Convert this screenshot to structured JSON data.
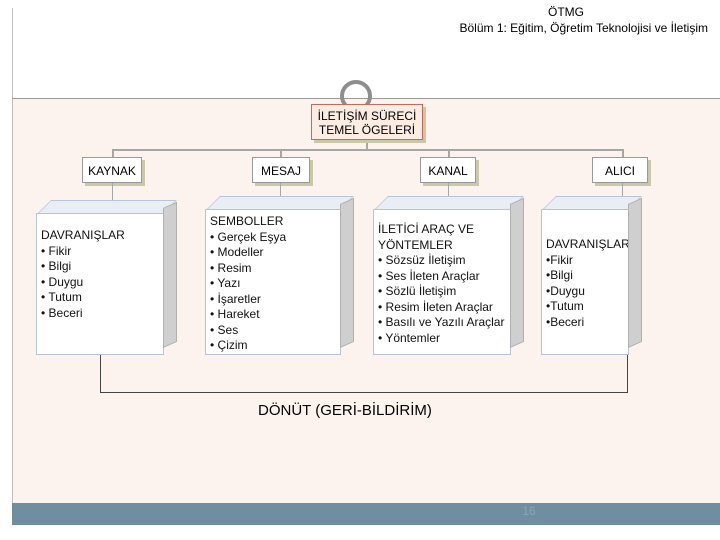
{
  "header": {
    "line1": "ÖTMG",
    "line2": "Bölüm 1: Eğitim, Öğretim Teknolojisi ve İletişim"
  },
  "top_node": {
    "line1": "İLETİŞİM SÜRECİ",
    "line2": "TEMEL ÖGELERİ"
  },
  "elements": [
    {
      "label": "KAYNAK",
      "title": "DAVRANIŞLAR",
      "items": [
        "• Fikir",
        "• Bilgi",
        "• Duygu",
        "• Tutum",
        "• Beceri"
      ]
    },
    {
      "label": "MESAJ",
      "title": "SEMBOLLER",
      "items": [
        "• Gerçek Eşya",
        "• Modeller",
        "• Resim",
        "• Yazı",
        "• İşaretler",
        "• Hareket",
        "• Ses",
        "• Çizim"
      ]
    },
    {
      "label": "KANAL",
      "title": "İLETİCİ ARAÇ VE YÖNTEMLER",
      "items": [
        "• Sözsüz İletişim",
        "• Ses İleten Araçlar",
        "• Sözlü İletişim",
        "• Resim İleten Araçlar",
        "• Basılı ve Yazılı Araçlar",
        "• Yöntemler"
      ]
    },
    {
      "label": "ALICI",
      "title": "DAVRANIŞLAR",
      "items": [
        "•Fikir",
        "•Bilgi",
        "•Duygu",
        "•Tutum",
        "•Beceri"
      ]
    }
  ],
  "feedback": "DÖNÜT (GERİ-BİLDİRİM)",
  "page_number": "16"
}
